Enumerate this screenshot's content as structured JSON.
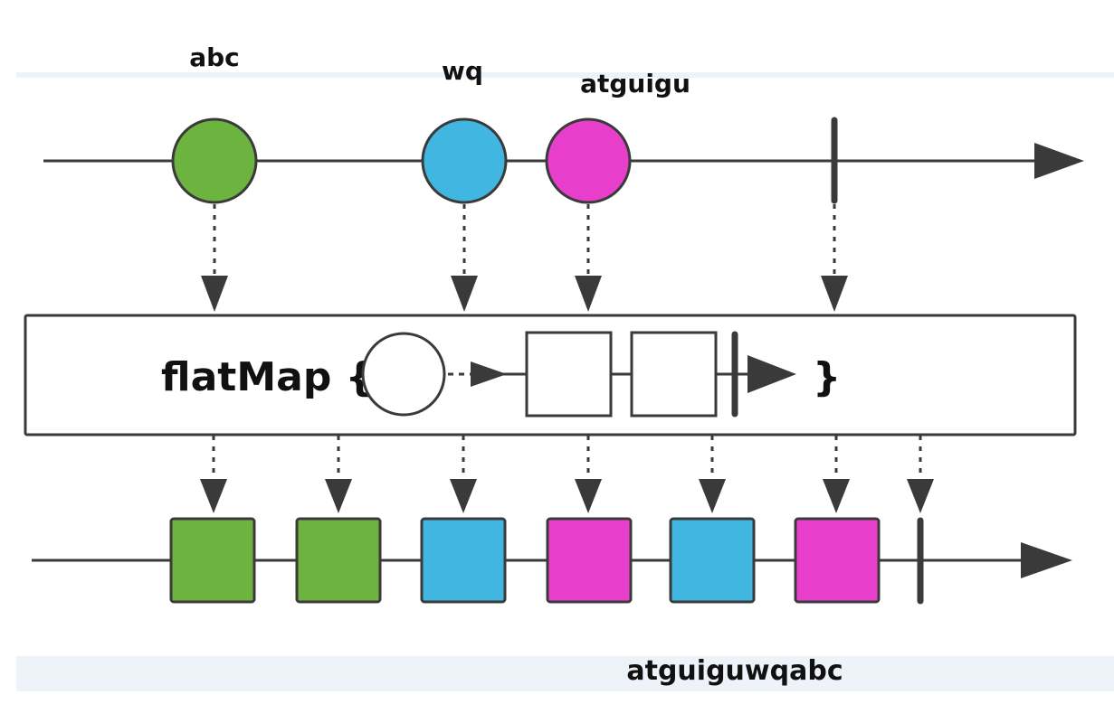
{
  "labels": {
    "input_item_1": "abc",
    "input_item_2": "wq",
    "input_item_3": "atguigu",
    "operator_name": "flatMap {",
    "operator_close": "}",
    "result": "atguiguwqabc"
  },
  "input_stream": [
    {
      "name": "abc",
      "color": "#6db33f"
    },
    {
      "name": "wq",
      "color": "#41b6e0"
    },
    {
      "name": "atguigu",
      "color": "#e83ecc"
    }
  ],
  "output_stream": [
    {
      "color": "#6db33f"
    },
    {
      "color": "#6db33f"
    },
    {
      "color": "#41b6e0"
    },
    {
      "color": "#e83ecc"
    },
    {
      "color": "#41b6e0"
    },
    {
      "color": "#e83ecc"
    }
  ],
  "colors": {
    "green": "#6db33f",
    "blue": "#41b6e0",
    "magenta": "#e83ecc",
    "line": "#3a3a3a",
    "panel": "#eef2f9"
  }
}
